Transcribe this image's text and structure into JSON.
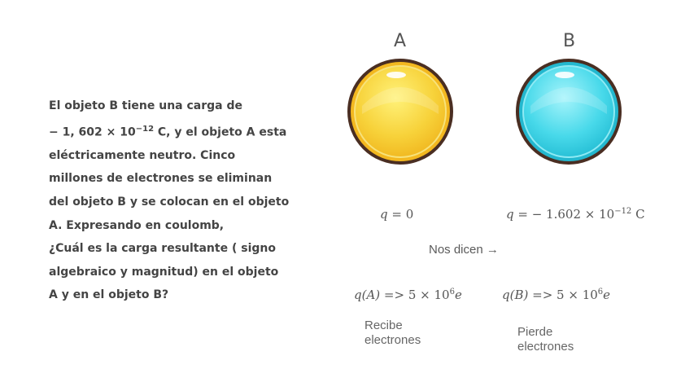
{
  "problem": {
    "lines": [
      "El objeto B tiene una carga de",
      "C, y el objeto A esta",
      "eléctricamente neutro. Cinco",
      "millones de electrones se eliminan",
      "del objeto B y se colocan en el objeto",
      "A. Expresando en coulomb,",
      "¿Cuál es la carga resultante ( signo",
      "algebraico y magnitud) en el objeto",
      "A y en el objeto B?"
    ],
    "charge_value": "− 1, 602 × 10",
    "charge_exp": "−12"
  },
  "objects": {
    "a": {
      "label": "A",
      "color": "#f5cc2e"
    },
    "b": {
      "label": "B",
      "color": "#3fd3e6"
    }
  },
  "equations": {
    "qa_var": "q",
    "qa_rest": " = 0",
    "qb_var": "q",
    "qb_rest": " = − 1.602 × 10",
    "qb_exp": "−12",
    "qb_unit": " C"
  },
  "given": {
    "text": "Nos dicen →"
  },
  "transfers": {
    "a_lhs": "q(A)",
    "a_arrow": "=>",
    "a_value": "5 × 10",
    "a_exp": "6",
    "a_unit": "e",
    "b_lhs": "q(B)",
    "b_arrow": "=>",
    "b_value": "5 × 10",
    "b_exp": "6",
    "b_unit": "e"
  },
  "notes": {
    "a": [
      "Recibe",
      "electrones"
    ],
    "b": [
      "Pierde",
      "electrones"
    ]
  }
}
